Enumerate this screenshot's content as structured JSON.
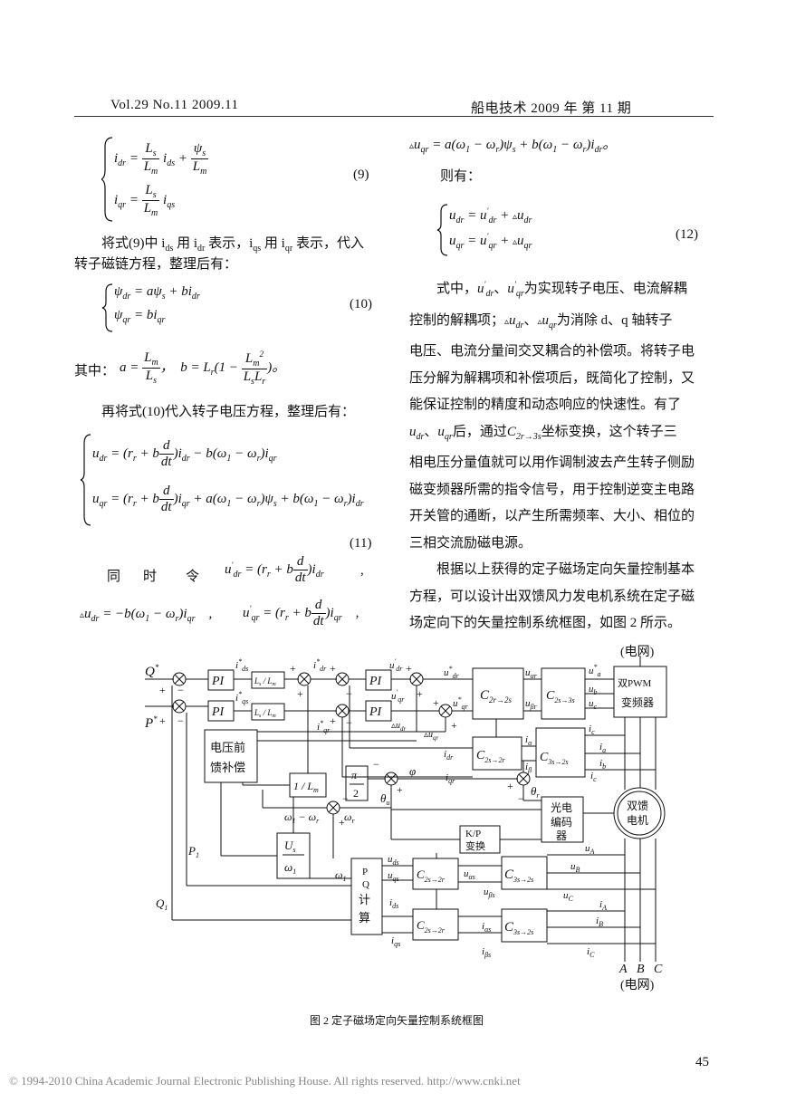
{
  "header": {
    "left": "Vol.29 No.11 2009.11",
    "right": "船电技术 2009 年 第 11 期"
  },
  "left_col": {
    "eq9_num": "(9)",
    "para1": "将式(9)中 i",
    "para1_b": "ds",
    "para1_c": " 用 i",
    "para1_d": "dr",
    "para1_e": " 表示，i",
    "para1_f": "qs",
    "para1_g": " 用 i",
    "para1_h": "qr",
    "para1_i": " 表示，代入",
    "para1_line2": "转子磁链方程，整理后有：",
    "eq10_num": "(10)",
    "where_label": "其中：",
    "para2": "再将式(10)代入转子电压方程，整理后有：",
    "eq11_num": "(11)",
    "tong": "同",
    "shi": "时",
    "ling": "令"
  },
  "right_col": {
    "then": "则有：",
    "eq12_num": "(12)",
    "p1_l1_a": "式中，",
    "p1_l1_b": "为实现转子电压、电流解耦",
    "p1_l2": "控制的解耦项；",
    "p1_l2_b": "为消除 d、q 轴转子",
    "p1_l3": "电压、电流分量间交叉耦合的补偿项。将转子电",
    "p1_l4": "压分解为解耦项和补偿项后，既简化了控制，又",
    "p1_l5": "能保证控制的精度和动态响应的快速性。有了",
    "p1_l6_b": "后，通过",
    "p1_l6_c": "坐标变换，这个转子三",
    "p1_l7": "相电压分量值就可以用作调制波去产生转子侧励",
    "p1_l8": "磁变频器所需的指令信号，用于控制逆变主电路",
    "p1_l9": "开关管的通断，以产生所需频率、大小、相位的",
    "p1_l10": "三相交流励磁电源。",
    "p2_l1": "根据以上获得的定子磁场定向矢量控制基本",
    "p2_l2": "方程，可以设计出双馈风力发电机系统在定子磁",
    "p2_l3": "场定向下的矢量控制系统框图，如图 2 所示。"
  },
  "figure": {
    "grid_top": "(电网)",
    "grid_bottom": "(电网)",
    "pi": "PI",
    "inverter_l1": "双PWM",
    "inverter_l2": "变频器",
    "voltage_ff_l1": "电压前",
    "voltage_ff_l2": "馈补偿",
    "motor_l1": "双馈",
    "motor_l2": "电机",
    "encoder_l1": "光电",
    "encoder_l2": "编码",
    "encoder_l3": "器",
    "kp_l1": "K/P",
    "kp_l2": "变换",
    "pq_l1": "P",
    "pq_l2": "Q",
    "pq_l3": "计",
    "pq_l4": "算",
    "phase_a": "A",
    "phase_b": "B",
    "phase_c": "C",
    "one_over_lm": "1 / L",
    "p1": "P",
    "q1": "Q",
    "caption": "图 2 定子磁场定向矢量控制系统框图"
  },
  "footer": {
    "page_number": "45",
    "copyright": "© 1994-2010 China Academic Journal Electronic Publishing House. All rights reserved.    http://www.cnki.net"
  }
}
